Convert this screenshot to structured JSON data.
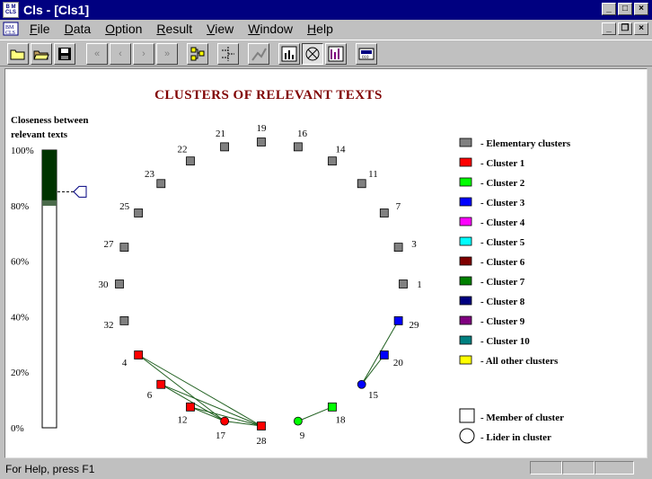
{
  "window": {
    "title": "Cls - [Cls1]"
  },
  "menu": [
    "File",
    "Data",
    "Option",
    "Result",
    "View",
    "Window",
    "Help"
  ],
  "toolbar": {
    "buttons": [
      {
        "name": "open-folder-button",
        "icon": "open-folder-icon"
      },
      {
        "name": "open-file-button",
        "icon": "open-file-icon"
      },
      {
        "name": "save-button",
        "icon": "floppy-disk-icon"
      },
      {
        "name": "first-button",
        "icon": "first-icon"
      },
      {
        "name": "previous-button",
        "icon": "previous-icon"
      },
      {
        "name": "next-button",
        "icon": "next-icon"
      },
      {
        "name": "last-button",
        "icon": "last-icon"
      },
      {
        "name": "tree-button",
        "icon": "tree-icon"
      },
      {
        "name": "split-button",
        "icon": "split-icon"
      },
      {
        "name": "graph-button",
        "icon": "graph-icon"
      },
      {
        "name": "chart-view-button",
        "icon": "chart-icon"
      },
      {
        "name": "cluster-view-button",
        "icon": "cluster-icon"
      },
      {
        "name": "histogram-button",
        "icon": "histogram-icon"
      },
      {
        "name": "settings-button",
        "icon": "settings-icon"
      }
    ]
  },
  "chart": {
    "title": "CLUSTERS OF RELEVANT TEXTS",
    "closeness_label_line1": "Closeness between",
    "closeness_label_line2": "relevant texts",
    "ticks": [
      "100%",
      "80%",
      "60%",
      "40%",
      "20%",
      "0%"
    ],
    "closeness_level": 0.8,
    "slider_level": 0.85,
    "legend": [
      {
        "label": "- Elementary clusters",
        "color": "#808080"
      },
      {
        "label": "- Cluster 1",
        "color": "#ff0000"
      },
      {
        "label": "- Cluster 2",
        "color": "#00ff00"
      },
      {
        "label": "- Cluster 3",
        "color": "#0000ff"
      },
      {
        "label": "- Cluster 4",
        "color": "#ff00ff"
      },
      {
        "label": "- Cluster 5",
        "color": "#00ffff"
      },
      {
        "label": "- Cluster 6",
        "color": "#800000"
      },
      {
        "label": "- Cluster 7",
        "color": "#008000"
      },
      {
        "label": "- Cluster 8",
        "color": "#000080"
      },
      {
        "label": "- Cluster 9",
        "color": "#800080"
      },
      {
        "label": "- Cluster 10",
        "color": "#008080"
      },
      {
        "label": "- All other clusters",
        "color": "#ffff00"
      }
    ],
    "legend_member": "- Member of cluster",
    "legend_leader": "- Lider in cluster",
    "nodes": [
      {
        "id": "19",
        "cluster": 0
      },
      {
        "id": "16",
        "cluster": 0
      },
      {
        "id": "14",
        "cluster": 0
      },
      {
        "id": "11",
        "cluster": 0
      },
      {
        "id": "7",
        "cluster": 0
      },
      {
        "id": "3",
        "cluster": 0
      },
      {
        "id": "1",
        "cluster": 0
      },
      {
        "id": "29",
        "cluster": 3
      },
      {
        "id": "20",
        "cluster": 3
      },
      {
        "id": "15",
        "cluster": 3,
        "leader": true
      },
      {
        "id": "18",
        "cluster": 2
      },
      {
        "id": "9",
        "cluster": 2,
        "leader": true
      },
      {
        "id": "28",
        "cluster": 1
      },
      {
        "id": "17",
        "cluster": 1,
        "leader": true
      },
      {
        "id": "12",
        "cluster": 1
      },
      {
        "id": "6",
        "cluster": 1
      },
      {
        "id": "4",
        "cluster": 1
      },
      {
        "id": "32",
        "cluster": 0
      },
      {
        "id": "30",
        "cluster": 0
      },
      {
        "id": "27",
        "cluster": 0
      },
      {
        "id": "25",
        "cluster": 0
      },
      {
        "id": "23",
        "cluster": 0
      },
      {
        "id": "22",
        "cluster": 0
      },
      {
        "id": "21",
        "cluster": 0
      }
    ],
    "edges": [
      [
        "4",
        "17"
      ],
      [
        "4",
        "28"
      ],
      [
        "6",
        "17"
      ],
      [
        "6",
        "28"
      ],
      [
        "12",
        "17"
      ],
      [
        "12",
        "28"
      ],
      [
        "17",
        "28"
      ],
      [
        "9",
        "18"
      ],
      [
        "15",
        "20"
      ],
      [
        "15",
        "29"
      ]
    ]
  },
  "status": {
    "text": "For Help, press F1"
  }
}
